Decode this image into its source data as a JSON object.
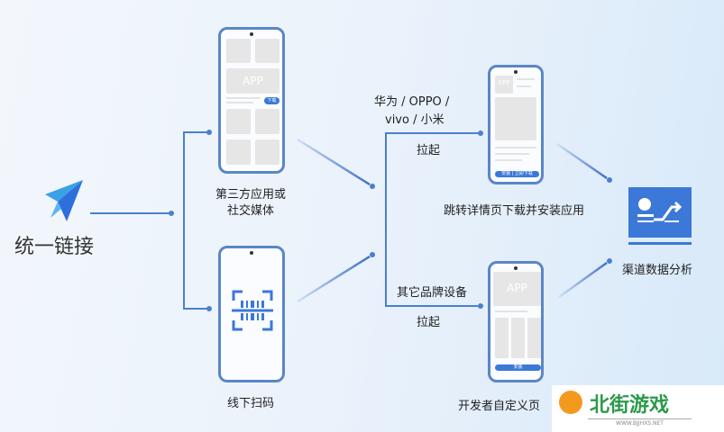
{
  "source": {
    "label": "统一链接",
    "icon": "paper-plane-icon"
  },
  "channels": [
    {
      "label_lines": [
        "第三方应用或",
        "社交媒体"
      ],
      "phone": {
        "app_text": "APP",
        "button": "下载"
      }
    },
    {
      "label": "线下扫码",
      "icon": "qr-scan-icon"
    }
  ],
  "branches": [
    {
      "condition_lines": [
        "华为 / OPPO /",
        "vivo / 小米"
      ],
      "action": "拉起",
      "result": "跳转详情页下载并安装应用",
      "phone": {
        "app_text": "APP",
        "button": "安装 | 立即下载"
      }
    },
    {
      "condition": "其它品牌设备",
      "action": "拉起",
      "result": "开发者自定义页",
      "phone": {
        "app_text": "APP",
        "button": "安装"
      }
    }
  ],
  "target": {
    "label": "渠道数据分析",
    "icon": "analytics-chart-icon"
  },
  "watermark": {
    "brand": "北街游戏",
    "url": "WWW.BJJHXS.NET"
  },
  "colors": {
    "line": "#4a7fd0",
    "accent": "#3b78d8",
    "background": "#eaf2fb"
  }
}
